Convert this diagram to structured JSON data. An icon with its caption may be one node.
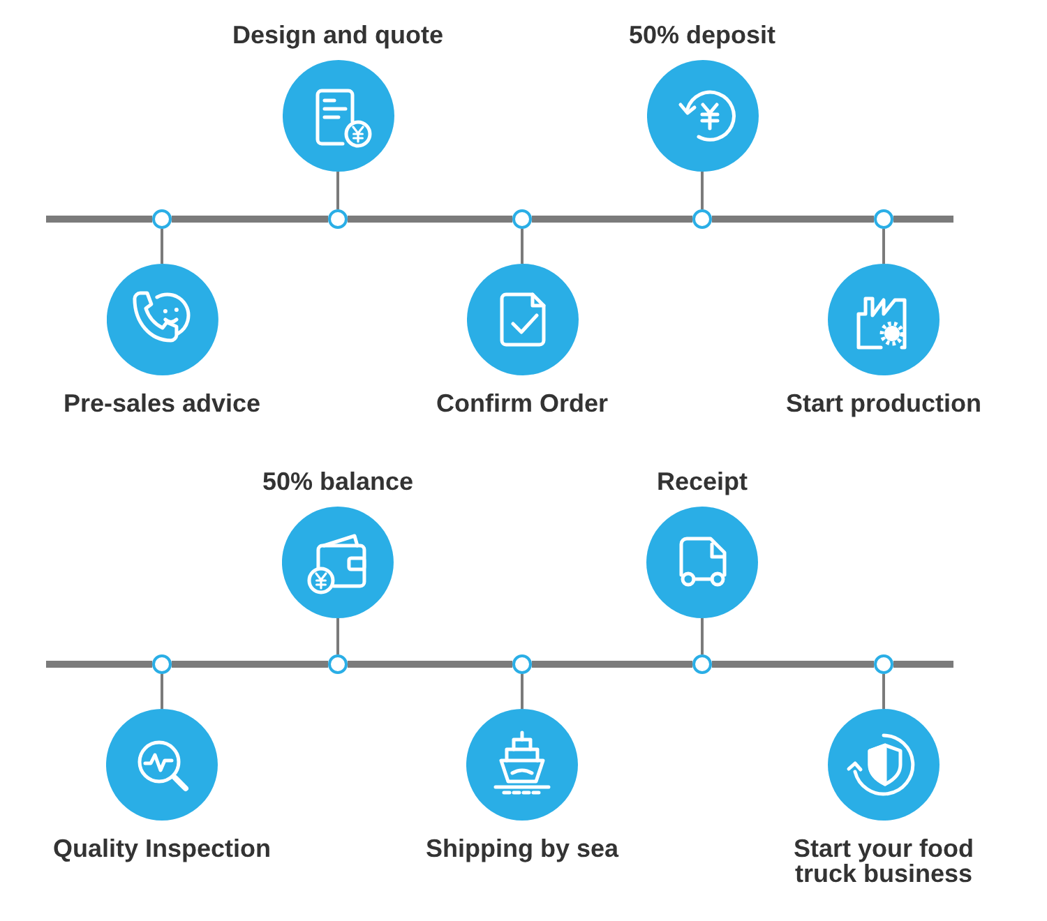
{
  "diagram": {
    "nodes": [
      {
        "text": [
          "Design and quote"
        ]
      },
      {
        "text": [
          "50% deposit"
        ]
      },
      {
        "text": [],
        "shape": "circle"
      },
      {
        "text": [],
        "shape": "circle"
      },
      {
        "text": [],
        "shape": "circle"
      },
      {
        "text": [],
        "shape": "circle"
      },
      {
        "text": [],
        "shape": "circle"
      },
      {
        "text": [
          "Pre-sales advice"
        ]
      },
      {
        "text": [
          "Confirm Order"
        ]
      },
      {
        "text": [
          "Start production"
        ]
      },
      {
        "text": [
          "50% balance"
        ]
      },
      {
        "text": [
          "Receipt"
        ]
      },
      {
        "text": [],
        "shape": "circle"
      },
      {
        "text": [],
        "shape": "circle"
      },
      {
        "text": [],
        "shape": "circle"
      },
      {
        "text": [],
        "shape": "circle"
      },
      {
        "text": [],
        "shape": "circle"
      },
      {
        "text": [
          "Quality Inspection"
        ]
      },
      {
        "text": [
          "Shipping by sea"
        ]
      },
      {
        "text": [
          "Start your food truck business"
        ]
      }
    ],
    "edges": [
      {
        "from": 2,
        "to": 3,
        "arrow": "none",
        "style": "thick"
      },
      {
        "from": 3,
        "to": 4,
        "arrow": "none",
        "style": "thick"
      },
      {
        "from": 4,
        "to": 5,
        "arrow": "none",
        "style": "thick"
      },
      {
        "from": 5,
        "to": 6,
        "arrow": "none",
        "style": "thick"
      },
      {
        "from": 2,
        "to": 7,
        "arrow": "none"
      },
      {
        "from": 3,
        "to": 0,
        "arrow": "none"
      },
      {
        "from": 4,
        "to": 8,
        "arrow": "none"
      },
      {
        "from": 5,
        "to": 1,
        "arrow": "none"
      },
      {
        "from": 6,
        "to": 9,
        "arrow": "none"
      },
      {
        "from": 12,
        "to": 13,
        "arrow": "none",
        "style": "thick"
      },
      {
        "from": 13,
        "to": 14,
        "arrow": "none",
        "style": "thick"
      },
      {
        "from": 14,
        "to": 15,
        "arrow": "none",
        "style": "thick"
      },
      {
        "from": 15,
        "to": 16,
        "arrow": "none",
        "style": "thick"
      },
      {
        "from": 12,
        "to": 17,
        "arrow": "none"
      },
      {
        "from": 13,
        "to": 10,
        "arrow": "none"
      },
      {
        "from": 14,
        "to": 18,
        "arrow": "none"
      },
      {
        "from": 15,
        "to": 11,
        "arrow": "none"
      },
      {
        "from": 16,
        "to": 19,
        "arrow": "none"
      }
    ]
  }
}
